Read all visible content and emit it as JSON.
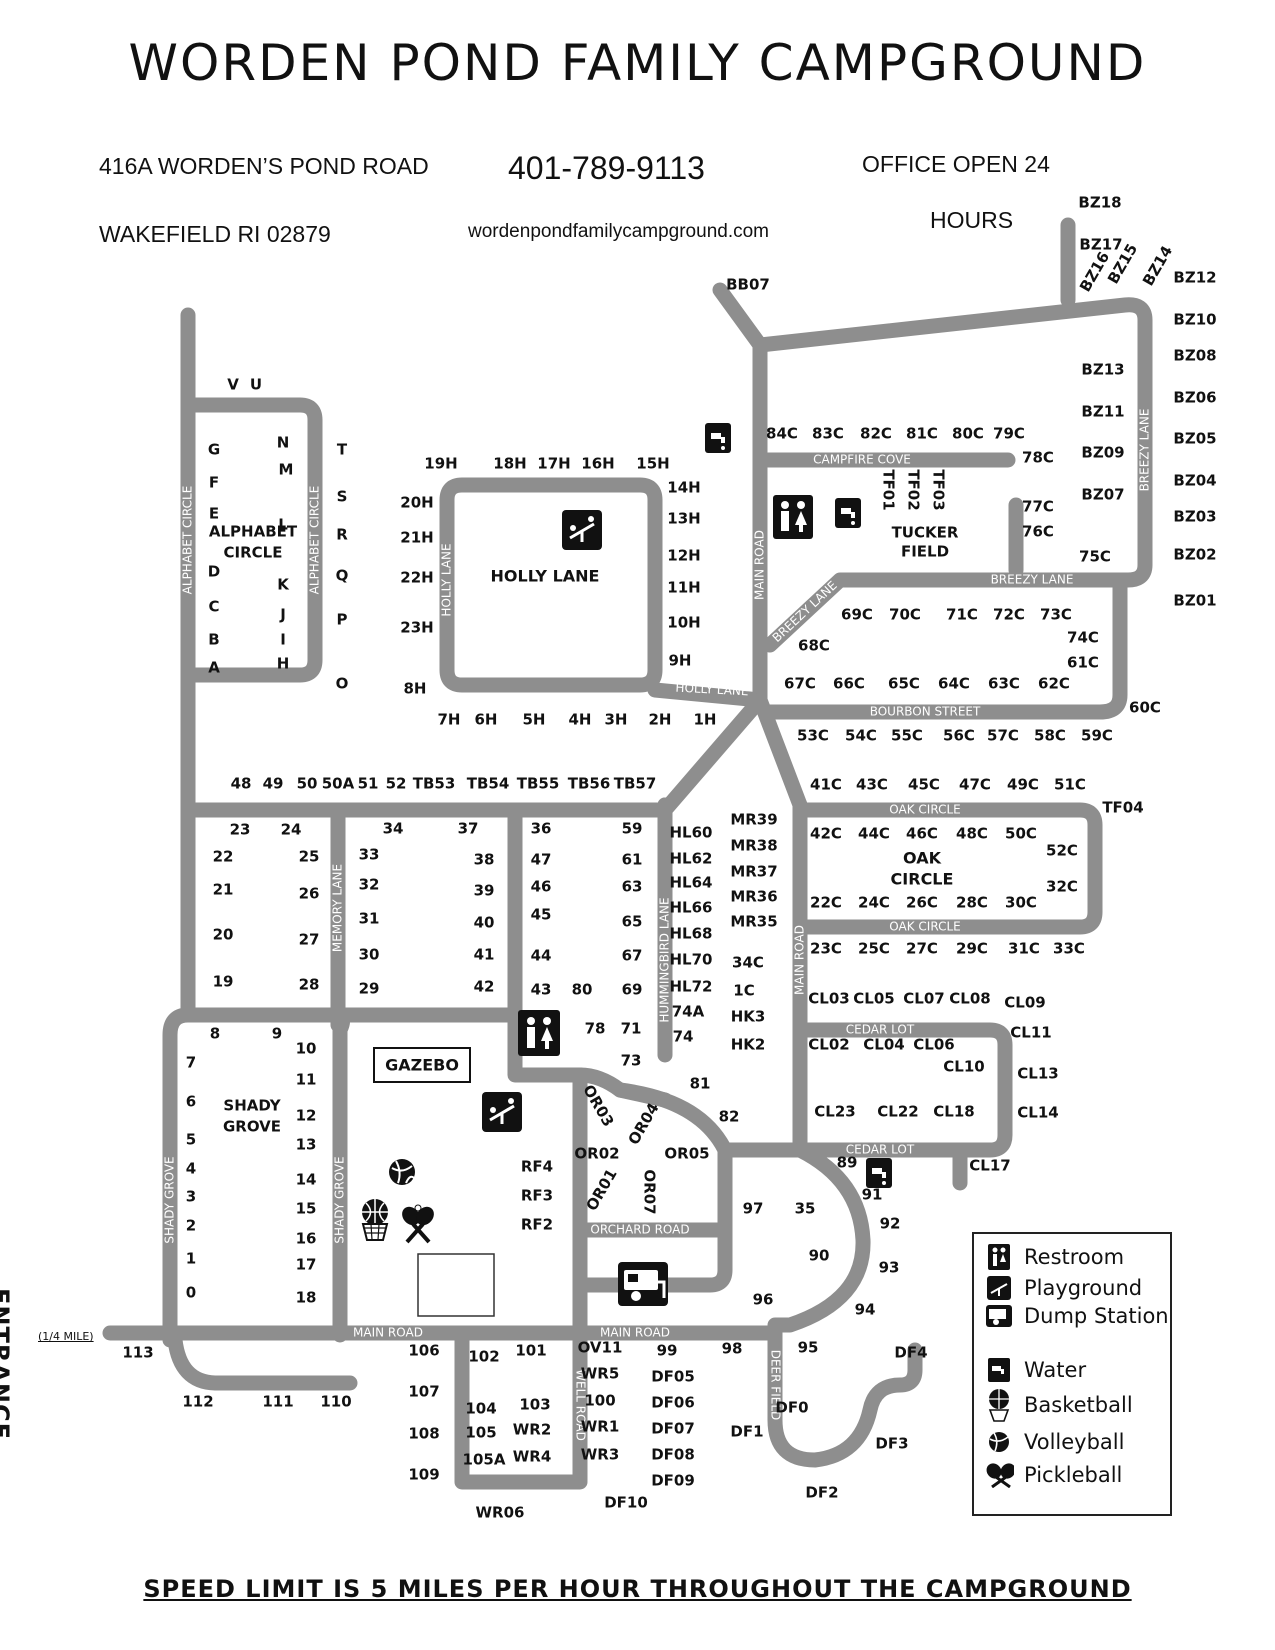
{
  "title": "WORDEN POND FAMILY CAMPGROUND",
  "header": {
    "address1": "416A WORDEN’S POND ROAD",
    "address2": "WAKEFIELD RI 02879",
    "phone": "401-789-9113",
    "website": "wordenpondfamilycampground.com",
    "office1": "OFFICE OPEN 24",
    "office2": "HOURS"
  },
  "entrance": "ENTRANCE",
  "quarter_mile": "(1/4 MILE)",
  "gazebo": "GAZEBO",
  "areas": {
    "alphabet": "ALPHABET CIRCLE",
    "holly": "HOLLY LANE",
    "tucker": "TUCKER FIELD",
    "oak": "OAK CIRCLE",
    "shady": "SHADY GROVE"
  },
  "roads": [
    "ALPHABET CIRCLE",
    "ALPHABET CIRCLE",
    "HOLLY LANE",
    "HOLLY LANE",
    "MAIN ROAD",
    "CAMPFIRE COVE",
    "BREEZY LANE",
    "BREEZY LANE",
    "BREEZY LANE",
    "BOURBON STREET",
    "OAK CIRCLE",
    "OAK CIRCLE",
    "MEMORY LANE",
    "HUMMINGBIRD LANE",
    "MAIN ROAD",
    "CEDAR LOT",
    "CEDAR LOT",
    "SHADY GROVE",
    "SHADY GROVE",
    "ORCHARD ROAD",
    "MAIN ROAD",
    "MAIN ROAD",
    "WELL ROAD",
    "DEER FIELD"
  ],
  "sites": [
    "V",
    "U",
    "G",
    "F",
    "E",
    "D",
    "C",
    "B",
    "A",
    "N",
    "M",
    "L",
    "K",
    "J",
    "I",
    "H",
    "T",
    "S",
    "R",
    "Q",
    "P",
    "O",
    "BB07",
    "BZ18",
    "BZ17",
    "BZ16",
    "BZ15",
    "BZ14",
    "BZ12",
    "BZ10",
    "BZ08",
    "BZ06",
    "BZ05",
    "BZ04",
    "BZ03",
    "BZ02",
    "BZ01",
    "BZ13",
    "BZ11",
    "BZ09",
    "BZ07",
    "84C",
    "83C",
    "82C",
    "81C",
    "80C",
    "79C",
    "78C",
    "77C",
    "76C",
    "75C",
    "TF01",
    "TF02",
    "TF03",
    "19H",
    "18H",
    "17H",
    "16H",
    "15H",
    "14H",
    "13H",
    "12H",
    "11H",
    "10H",
    "9H",
    "20H",
    "21H",
    "22H",
    "23H",
    "8H",
    "7H",
    "6H",
    "5H",
    "4H",
    "3H",
    "2H",
    "1H",
    "69C",
    "70C",
    "71C",
    "72C",
    "73C",
    "74C",
    "61C",
    "68C",
    "67C",
    "66C",
    "65C",
    "64C",
    "63C",
    "62C",
    "60C",
    "53C",
    "54C",
    "55C",
    "56C",
    "57C",
    "58C",
    "59C",
    "41C",
    "43C",
    "45C",
    "47C",
    "49C",
    "51C",
    "TF04",
    "42C",
    "44C",
    "46C",
    "48C",
    "50C",
    "52C",
    "32C",
    "22C",
    "24C",
    "26C",
    "28C",
    "30C",
    "23C",
    "25C",
    "27C",
    "29C",
    "31C",
    "33C",
    "48",
    "49",
    "50",
    "50A",
    "51",
    "52",
    "TB53",
    "TB54",
    "TB55",
    "TB56",
    "TB57",
    "23",
    "24",
    "22",
    "25",
    "21",
    "26",
    "20",
    "27",
    "19",
    "28",
    "34",
    "37",
    "33",
    "38",
    "32",
    "39",
    "31",
    "40",
    "30",
    "41",
    "29",
    "42",
    "36",
    "59",
    "47",
    "61",
    "46",
    "63",
    "45",
    "65",
    "44",
    "67",
    "43",
    "80",
    "69",
    "HL60",
    "HL62",
    "HL64",
    "HL66",
    "HL68",
    "HL70",
    "HL72",
    "74A",
    "74",
    "MR39",
    "MR38",
    "MR37",
    "MR36",
    "MR35",
    "34C",
    "1C",
    "HK3",
    "HK2",
    "CL03",
    "CL05",
    "CL07",
    "CL08",
    "CL09",
    "CL02",
    "CL04",
    "CL06",
    "CL10",
    "CL11",
    "CL13",
    "CL14",
    "CL23",
    "CL22",
    "CL18",
    "CL17",
    "8",
    "9",
    "10",
    "7",
    "11",
    "6",
    "12",
    "5",
    "13",
    "4",
    "14",
    "3",
    "15",
    "2",
    "16",
    "1",
    "17",
    "0",
    "18",
    "78",
    "71",
    "73",
    "81",
    "82",
    "OR03",
    "OR04",
    "OR02",
    "OR05",
    "OR01",
    "OR07",
    "RF4",
    "RF3",
    "RF2",
    "89",
    "91",
    "97",
    "35",
    "92",
    "90",
    "93",
    "96",
    "94",
    "95",
    "113",
    "112",
    "111",
    "110",
    "106",
    "107",
    "108",
    "109",
    "102",
    "101",
    "104",
    "105",
    "105A",
    "103",
    "WR2",
    "WR4",
    "OV11",
    "WR5",
    "100",
    "WR1",
    "WR3",
    "99",
    "DF05",
    "DF06",
    "DF07",
    "DF08",
    "DF09",
    "DF10",
    "WR06",
    "98",
    "DF1",
    "DF0",
    "DF2",
    "DF3",
    "DF4"
  ],
  "legend": [
    {
      "label": "Restroom",
      "icon": "restroom-icon"
    },
    {
      "label": "Playground",
      "icon": "playground-icon"
    },
    {
      "label": "Dump Station",
      "icon": "dump-station-icon"
    },
    {
      "label": "Water",
      "icon": "water-icon"
    },
    {
      "label": "Basketball",
      "icon": "basketball-icon"
    },
    {
      "label": "Volleyball",
      "icon": "volleyball-icon"
    },
    {
      "label": "Pickleball",
      "icon": "pickleball-icon"
    }
  ],
  "colors": {
    "road": "#8e8e8e",
    "icon": "#111111"
  },
  "footer": "SPEED LIMIT IS 5 MILES PER HOUR THROUGHOUT THE CAMPGROUND"
}
